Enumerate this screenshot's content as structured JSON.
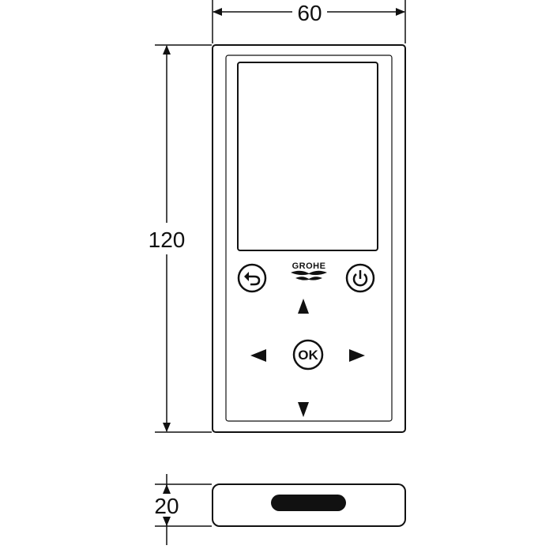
{
  "dimensions": {
    "width": "60",
    "height": "120",
    "depth": "20"
  },
  "device": {
    "brand_logo": "GROHE",
    "ok_button_label": "OK"
  },
  "icons": [
    "back-icon",
    "power-icon",
    "arrow-up-icon",
    "arrow-down-icon",
    "arrow-left-icon",
    "arrow-right-icon",
    "grohe-logo-icon"
  ]
}
